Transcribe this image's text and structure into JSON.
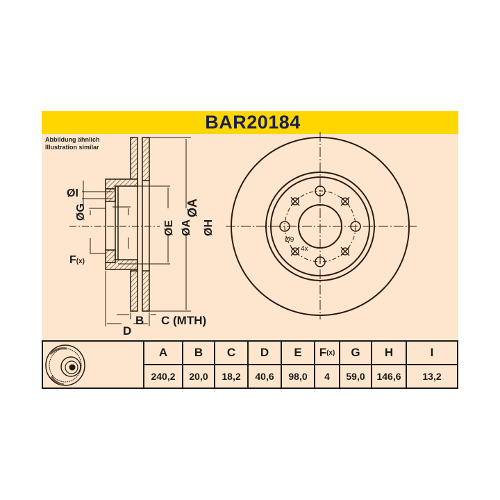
{
  "header": {
    "title": "BAR20184",
    "bg_color": "#ffd700",
    "title_color": "#1a1f4a"
  },
  "note": {
    "line1": "Abbildung ähnlich",
    "line2": "Illustration similar"
  },
  "side_view_labels": {
    "I": "ØI",
    "G": "ØG",
    "E": "ØE",
    "H": "ØH",
    "A": "ØA",
    "F": "F",
    "F_sub": "(x)",
    "B": "B",
    "C": "C (MTH)",
    "D": "D"
  },
  "front_view_labels": {
    "bolt_dia": "Ø9",
    "bolt_count": "4x"
  },
  "table": {
    "columns": [
      {
        "key": "A",
        "header": "A",
        "value": "240,2"
      },
      {
        "key": "B",
        "header": "B",
        "value": "20,0"
      },
      {
        "key": "C",
        "header": "C",
        "value": "18,2"
      },
      {
        "key": "D",
        "header": "D",
        "value": "40,6"
      },
      {
        "key": "E",
        "header": "E",
        "value": "98,0"
      },
      {
        "key": "F",
        "header": "F",
        "header_sub": "(x)",
        "value": "4"
      },
      {
        "key": "G",
        "header": "G",
        "value": "59,0"
      },
      {
        "key": "H",
        "header": "H",
        "value": "146,6"
      },
      {
        "key": "I",
        "header": "I",
        "value": "13,2"
      }
    ]
  },
  "colors": {
    "panel_bg": "#fde6cd",
    "line": "#2a1a10"
  }
}
